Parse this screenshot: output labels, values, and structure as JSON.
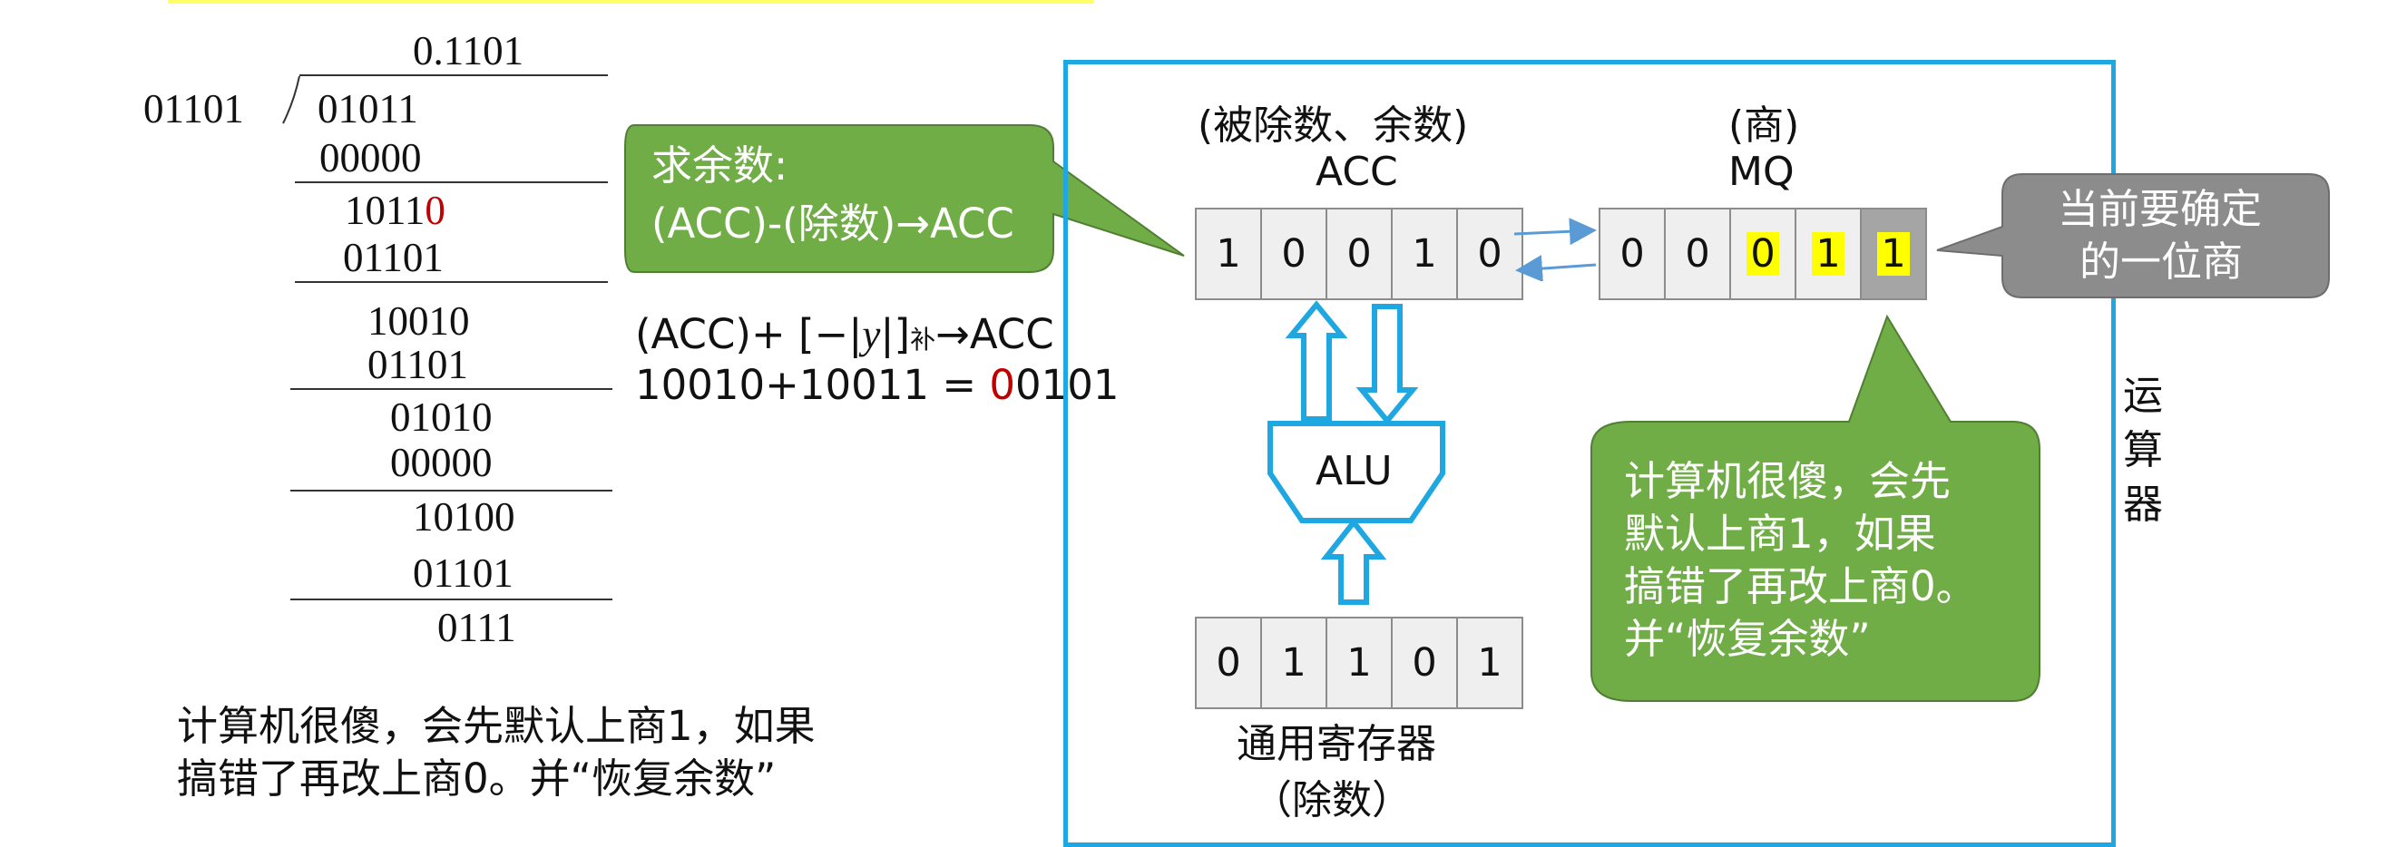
{
  "division": {
    "quotient": "0.1101",
    "divisor": "01101",
    "rows": [
      {
        "digits": "01011",
        "last_red": false
      },
      {
        "digits": "00000",
        "last_red": false
      },
      {
        "digits": "1011",
        "red": "0"
      },
      {
        "digits": "01101",
        "last_red": false
      },
      {
        "digits": "10010",
        "last_red": false
      },
      {
        "digits": "01101",
        "last_red": false
      },
      {
        "digits": "01010",
        "last_red": false
      },
      {
        "digits": "00000",
        "last_red": false
      },
      {
        "digits": "10100",
        "last_red": false
      },
      {
        "digits": "01101",
        "last_red": false
      },
      {
        "digits": "0111",
        "last_red": false
      }
    ]
  },
  "left_note": {
    "line1": "计算机很傻，会先默认上商1，如果",
    "line2": "搞错了再改上商0。并“恢复余数”"
  },
  "callout_remainder": {
    "line1": "求余数:",
    "line2": "(ACC)-(除数)→ACC"
  },
  "formula": {
    "line1_prefix": "(ACC)+ [−|",
    "line1_var": "y",
    "line1_mid": "|]",
    "line1_sub": "补",
    "line1_suffix": "→ACC",
    "line2_prefix": "10010+10011 = ",
    "line2_red": "0",
    "line2_suffix": "0101"
  },
  "acc": {
    "caption1": "(被除数、余数)",
    "caption2": "ACC",
    "cells": [
      "1",
      "0",
      "0",
      "1",
      "0"
    ]
  },
  "mq": {
    "caption1": "(商)",
    "caption2": "MQ",
    "cells": [
      "0",
      "0",
      "0",
      "1",
      "1"
    ]
  },
  "alu": {
    "label": "ALU"
  },
  "gpr": {
    "cells": [
      "0",
      "1",
      "1",
      "0",
      "1"
    ],
    "caption1": "通用寄存器",
    "caption2": "（除数）"
  },
  "callout_quotient_bit": {
    "line1": "当前要确定",
    "line2": "的一位商"
  },
  "callout_fool": {
    "line1": "计算机很傻，会先",
    "line2": "默认上商1，如果",
    "line3": "搞错了再改上商0。",
    "line4": "并“恢复余数”"
  },
  "unit_label": [
    "运",
    "算",
    "器"
  ],
  "colors": {
    "frame": "#1ea7e1",
    "green_callout": "#70ad47",
    "grey_callout": "#8c8c8c",
    "highlight": "#ffff00",
    "red_digit": "#c00000",
    "arrow": "#1ea7e1"
  }
}
